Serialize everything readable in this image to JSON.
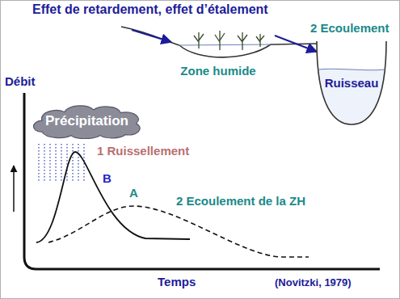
{
  "diagram": {
    "title": "Effet de retardement, effet d’étalement",
    "caption": "(Novitzki, 1979)",
    "nodes": [
      {
        "text": [
          "Zone humide"
        ]
      },
      {
        "text": [
          "Ruisseau"
        ]
      },
      {
        "text": [
          "Précipitation"
        ]
      }
    ],
    "edges": [
      {
        "from": 0,
        "to": 1,
        "label": "2 Ecoulement",
        "arrow": "to"
      }
    ],
    "labels": [
      "Débit",
      "1 Ruissellement",
      "B",
      "A",
      "2 Ecoulement de la ZH",
      "Temps"
    ]
  }
}
